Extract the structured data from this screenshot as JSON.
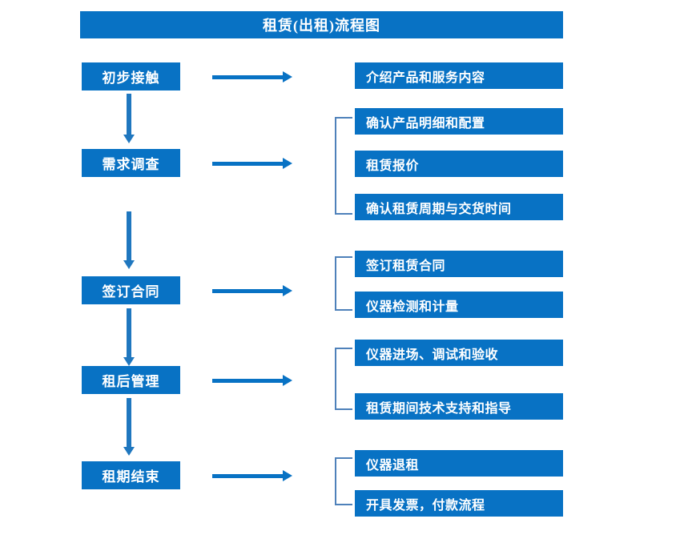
{
  "diagram": {
    "title": "租赁(出租)流程图",
    "colors": {
      "box_blue": "#0872c4",
      "arrow_blue": "#1f77bf",
      "bracket_blue": "#4e81ba",
      "text_white": "#ffffff",
      "background": "#ffffff"
    },
    "stages": [
      {
        "label": "初步接触",
        "details": [
          "介绍产品和服务内容"
        ]
      },
      {
        "label": "需求调查",
        "details": [
          "确认产品明细和配置",
          "租赁报价",
          "确认租赁周期与交货时间"
        ]
      },
      {
        "label": "签订合同",
        "details": [
          "签订租赁合同",
          "仪器检测和计量"
        ]
      },
      {
        "label": "租后管理",
        "details": [
          "仪器进场、调试和验收",
          "租赁期间技术支持和指导"
        ]
      },
      {
        "label": "租期结束",
        "details": [
          "仪器退租",
          "开具发票，付款流程"
        ]
      }
    ]
  }
}
